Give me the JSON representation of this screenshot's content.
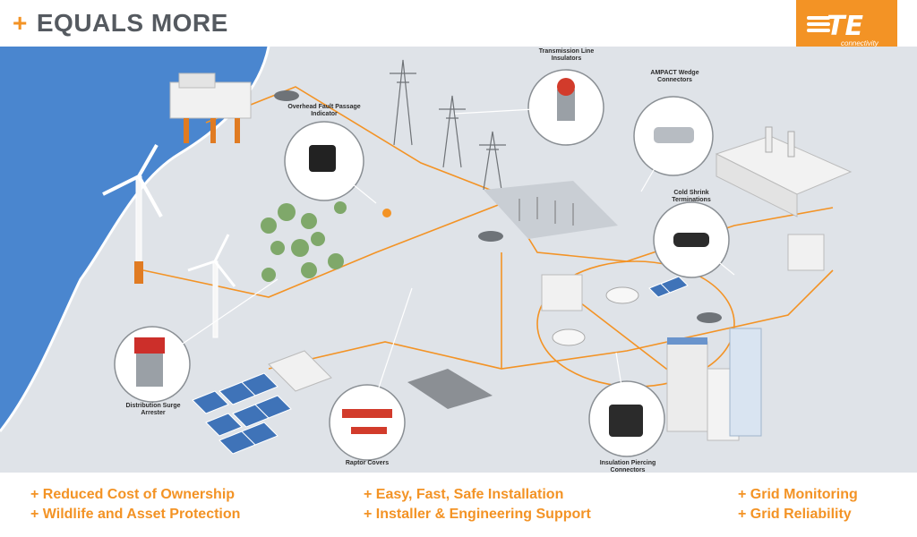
{
  "header": {
    "title_prefix": "+",
    "title": "EQUALS MORE",
    "logo": {
      "mark": "TE",
      "sub": "connectivity",
      "color": "#f39325"
    }
  },
  "callouts": {
    "transmission_insulators": "Transmission Line Insulators",
    "ampact": "AMPACT Wedge Connectors",
    "fault_indicator": "Overhead Fault Passage Indicator",
    "cold_shrink": "Cold Shrink Terminations",
    "surge_arrester": "Distribution Surge Arrester",
    "raptor_covers": "Raptor Covers",
    "piercing": "Insulation Piercing Connectors"
  },
  "benefits": {
    "col1": [
      "+ Reduced Cost of Ownership",
      "+ Wildlife and Asset Protection"
    ],
    "col2": [
      "+ Easy, Fast, Safe Installation",
      "+ Installer & Engineering Support"
    ],
    "col3": [
      "+ Grid Monitoring",
      "+ Grid Reliability"
    ]
  },
  "colors": {
    "accent": "#f39325",
    "water": "#4a86cf",
    "ground": "#dfe3e8",
    "title": "#555a60"
  }
}
